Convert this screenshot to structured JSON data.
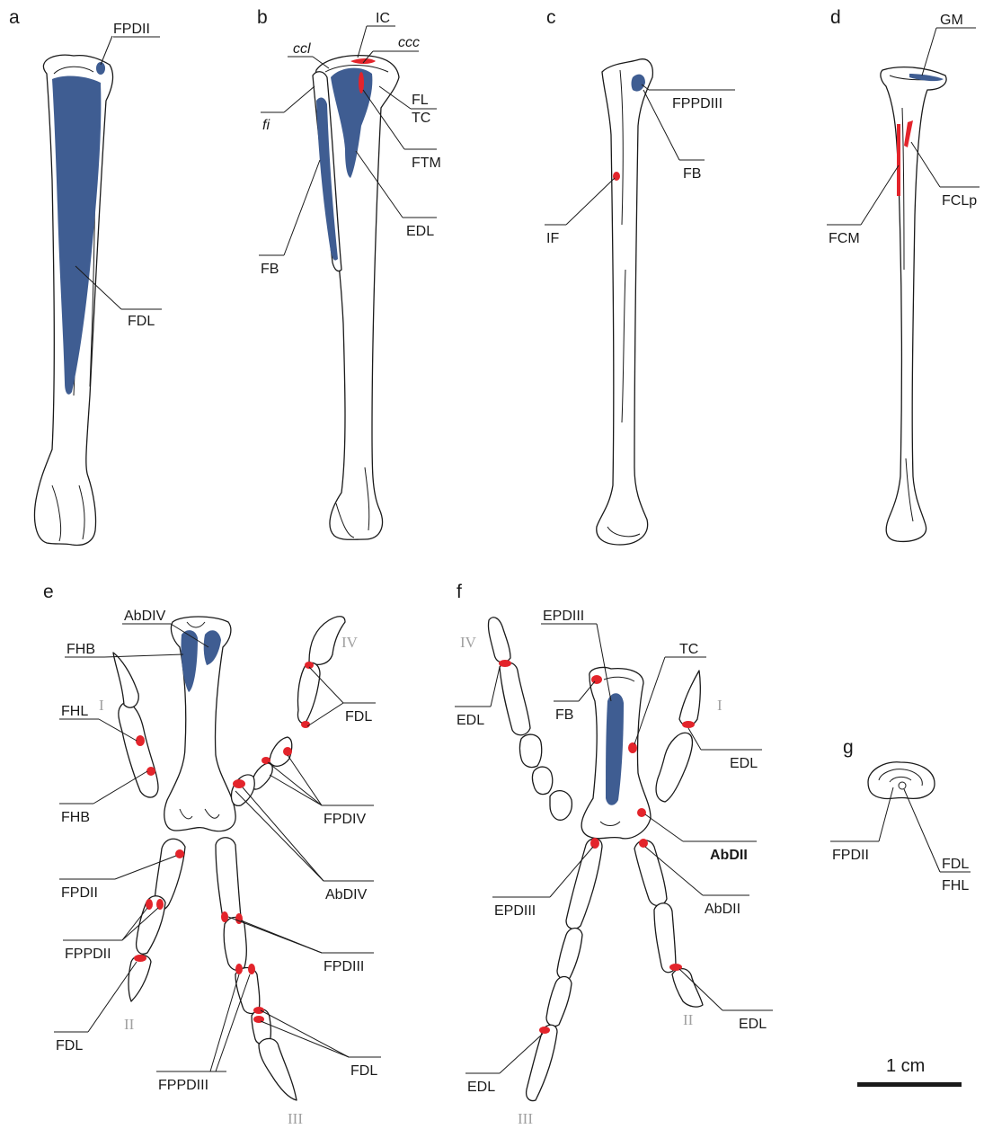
{
  "colors": {
    "blue_attachment": "#3f5d92",
    "red_attachment": "#e3242b",
    "outline": "#1a1a1a",
    "digit_gray": "#a0a0a0"
  },
  "panels": {
    "a": "a",
    "b": "b",
    "c": "c",
    "d": "d",
    "e": "e",
    "f": "f",
    "g": "g"
  },
  "labels": {
    "a": {
      "fpdii": "FPDII",
      "fdl": "FDL"
    },
    "b": {
      "ic": "IC",
      "ccl": "ccl",
      "ccc": "ccc",
      "fi": "fi",
      "fl": "FL",
      "tc": "TC",
      "ftm": "FTM",
      "edl": "EDL",
      "fb": "FB"
    },
    "c": {
      "fppdiii": "FPPDIII",
      "fb": "FB",
      "if": "IF"
    },
    "d": {
      "gm": "GM",
      "fclp": "FCLp",
      "fcm": "FCM"
    },
    "e": {
      "abdiv_top": "AbDIV",
      "fhb_top": "FHB",
      "fhl": "FHL",
      "fhb_bottom": "FHB",
      "fdl_iv": "FDL",
      "fpdiv": "FPDIV",
      "abdiv_bottom": "AbDIV",
      "fpdii": "FPDII",
      "fppdii": "FPPDII",
      "fdl_ii": "FDL",
      "fpdiii": "FPDIII",
      "fppdiii": "FPPDIII",
      "fdl_iii": "FDL"
    },
    "f": {
      "epdiii_top": "EPDIII",
      "tc": "TC",
      "fb": "FB",
      "edl_iv": "EDL",
      "edl_i": "EDL",
      "abdii_bold": "AbDII",
      "epdiii_bottom": "EPDIII",
      "abdii": "AbDII",
      "edl_ii": "EDL",
      "edl_iii": "EDL"
    },
    "g": {
      "fpdii": "FPDII",
      "fdl": "FDL",
      "fhl": "FHL"
    }
  },
  "digits": {
    "e": {
      "i": "I",
      "ii": "II",
      "iii": "III",
      "iv": "IV"
    },
    "f": {
      "i": "I",
      "ii": "II",
      "iii": "III",
      "iv": "IV"
    }
  },
  "scale_bar": {
    "label": "1 cm"
  }
}
